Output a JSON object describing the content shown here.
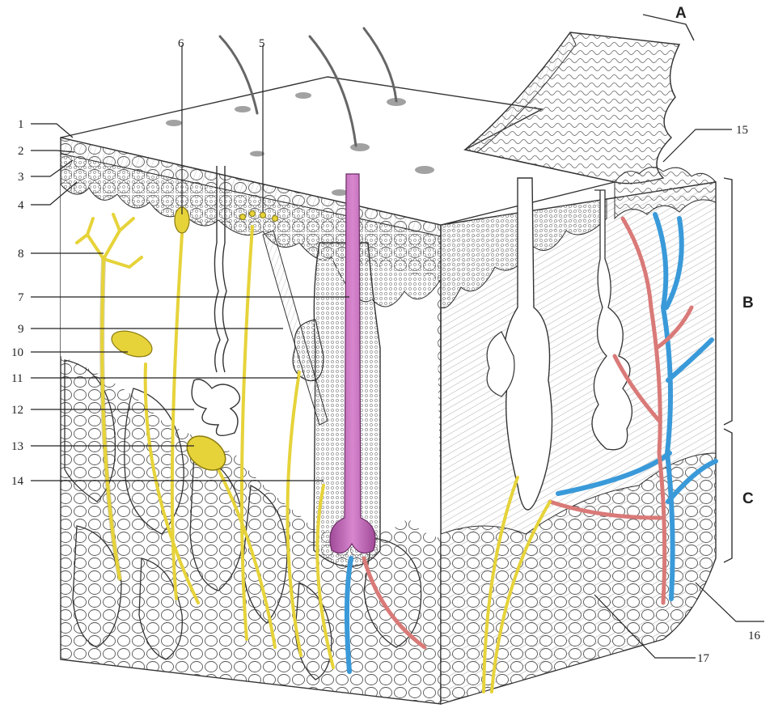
{
  "labels": {
    "n1": "1",
    "n2": "2",
    "n3": "3",
    "n4": "4",
    "n5": "5",
    "n6": "6",
    "n7": "7",
    "n8": "8",
    "n9": "9",
    "n10": "10",
    "n11": "11",
    "n12": "12",
    "n13": "13",
    "n14": "14",
    "n15": "15",
    "n16": "16",
    "n17": "17"
  },
  "regions": {
    "A": "A",
    "B": "B",
    "C": "C"
  },
  "colors": {
    "nerve": "#e6d33a",
    "hair_shaft": "#c86fc0",
    "artery": "#d97a78",
    "vein": "#3a9ad9",
    "fat_tissue": "#ffffff",
    "line": "#333333"
  }
}
